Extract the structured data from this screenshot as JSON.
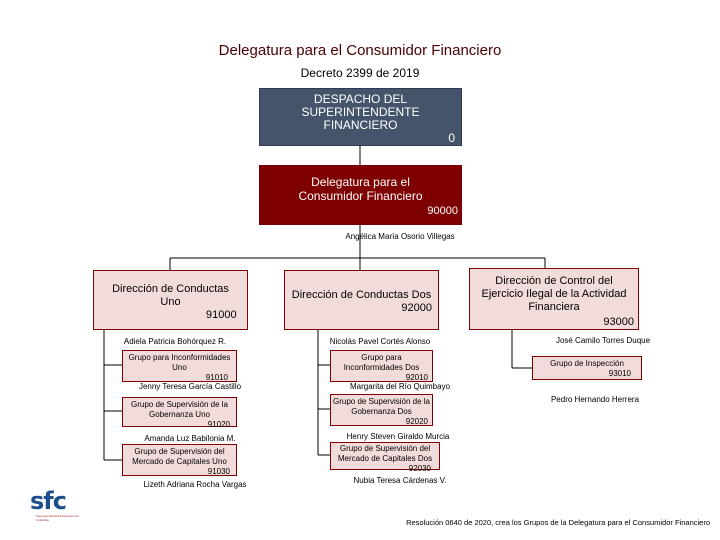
{
  "header": {
    "title": "Delegatura para el Consumidor Financiero",
    "subtitle": "Decreto 2399 de 2019"
  },
  "top": {
    "label": "DESPACHO DEL SUPERINTENDENTE FINANCIERO",
    "code": "0"
  },
  "delegatura": {
    "label": "Delegatura para el Consumidor Financiero",
    "code": "90000",
    "head": "Angélica María Osorio Villegas"
  },
  "direcciones": [
    {
      "label": "Dirección de Conductas Uno",
      "code": "91000",
      "head": "Adiela Patricia Bohórquez R.",
      "groups": [
        {
          "label": "Grupo para Inconformidades Uno",
          "code": "91010",
          "head": "Jenny Teresa García Castillo"
        },
        {
          "label": "Grupo de Supervisión de la Gobernanza Uno",
          "code": "91020",
          "head": "Amanda Luz Babilonia M."
        },
        {
          "label": "Grupo de Supervisión del Mercado de Capitales Uno",
          "code": "91030",
          "head": "Lizeth Adriana Rocha Vargas"
        }
      ]
    },
    {
      "label": "Dirección de Conductas Dos",
      "code": "92000",
      "head": "Nicolás Pavel Cortés Alonso",
      "groups": [
        {
          "label": "Grupo para Inconformidades Dos",
          "code": "92010",
          "head": "Margarita del Río Quimbayo"
        },
        {
          "label": "Grupo de Supervisión de la Gobernanza Dos",
          "code": "92020",
          "head": "Henry Steven Giraldo Murcia"
        },
        {
          "label": "Grupo de Supervisión del Mercado de Capitales Dos",
          "code": "92030",
          "head": "Nubia Teresa Cárdenas V."
        }
      ]
    },
    {
      "label": "Dirección de Control del Ejercicio Ilegal de la Actividad Financiera",
      "code": "93000",
      "head": "José Camilo Torres Duque",
      "groups": [
        {
          "label": "Grupo de Inspección",
          "code": "93010",
          "head": "Pedro Hernando Herrera"
        }
      ]
    }
  ],
  "logo": {
    "text": "sfc",
    "small": "Superintendencia Financiera de Colombia"
  },
  "footer": "Resolución 0640 de 2020, crea los Grupos de la Delegatura para el Consumidor Financiero"
}
